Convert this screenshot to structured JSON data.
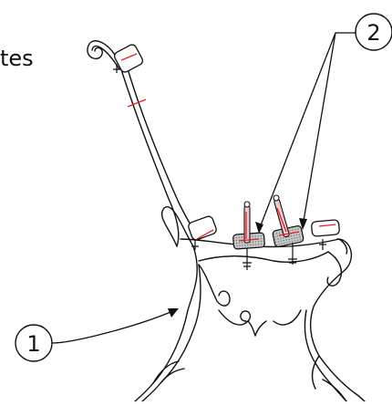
{
  "partial_text": "tes",
  "callouts": [
    {
      "id": "frame",
      "label": "1"
    },
    {
      "id": "bolts-pads",
      "label": "2"
    }
  ],
  "colors": {
    "line": "#111111",
    "marker": "#e0202a",
    "pad_fill": "#bdbdbd",
    "bolt_fill": "#f2c9c9"
  }
}
